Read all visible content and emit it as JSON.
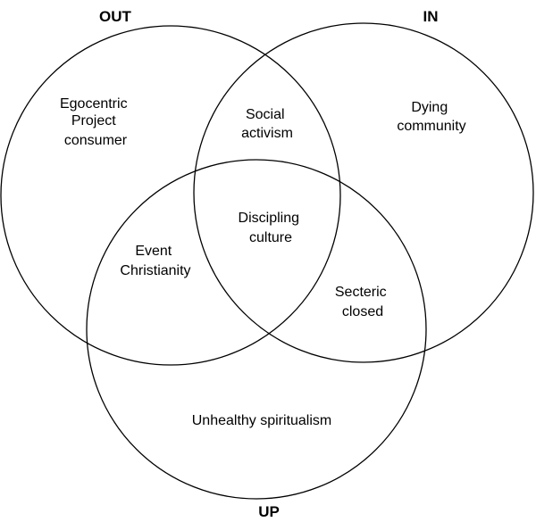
{
  "sets": {
    "out": "OUT",
    "in": "IN",
    "up": "UP"
  },
  "regions": {
    "out_only": [
      "Egocentric",
      "Project",
      "consumer"
    ],
    "in_only": [
      "Dying",
      "community"
    ],
    "up_only": [
      "Unhealthy spiritualism"
    ],
    "out_in": [
      "Social",
      "activism"
    ],
    "out_up": [
      "Event",
      "Christianity"
    ],
    "in_up": [
      "Secteric",
      "closed"
    ],
    "center": [
      "Discipling",
      "culture"
    ]
  },
  "colors": {
    "stroke": "#000000",
    "text": "#000000",
    "background": "#ffffff"
  }
}
